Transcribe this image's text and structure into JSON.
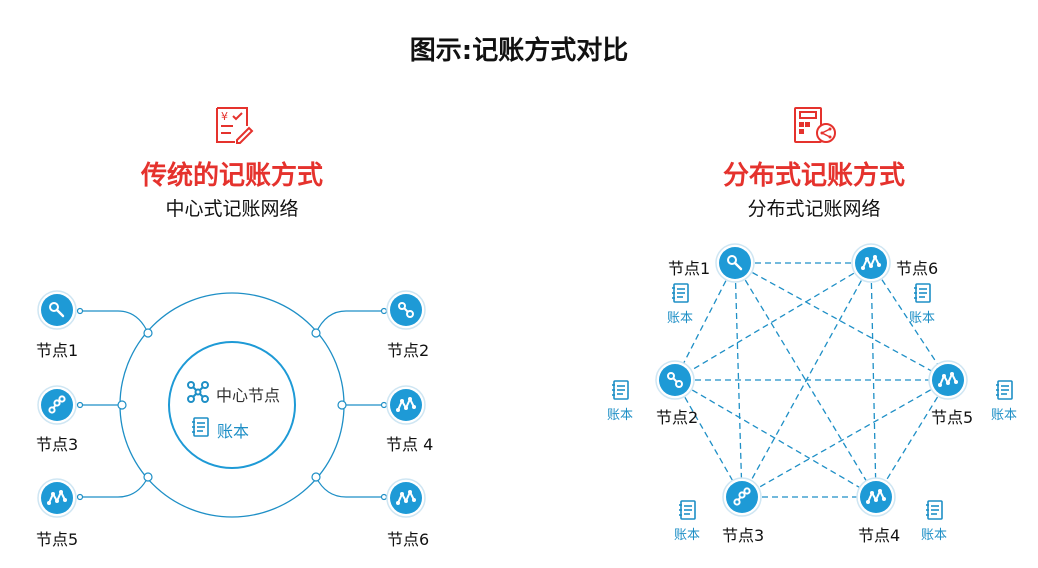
{
  "title": "图示:记账方式对比",
  "colors": {
    "accent": "#e5322d",
    "blue": "#1e9ad6",
    "line": "#1e8fc6"
  },
  "left": {
    "title": "传统的记账方式",
    "subtitle": "中心式记账网络",
    "icon": "invoice-pencil-icon",
    "center": {
      "node_label": "中心节点",
      "ledger_label": "账本"
    },
    "nodes": [
      {
        "label": "节点1",
        "icon": "key-icon"
      },
      {
        "label": "节点2",
        "icon": "link-icon"
      },
      {
        "label": "节点3",
        "icon": "share-icon"
      },
      {
        "label": "节点 4",
        "icon": "trend-icon"
      },
      {
        "label": "节点5",
        "icon": "trend-icon"
      },
      {
        "label": "节点6",
        "icon": "trend-icon"
      }
    ]
  },
  "right": {
    "title": "分布式记账方式",
    "subtitle": "分布式记账网络",
    "icon": "calculator-share-icon",
    "nodes": [
      {
        "label": "节点1",
        "icon": "key-icon",
        "ledger": "账本"
      },
      {
        "label": "节点6",
        "icon": "trend-icon",
        "ledger": "账本"
      },
      {
        "label": "节点2",
        "icon": "link-icon",
        "ledger": "账本"
      },
      {
        "label": "节点5",
        "icon": "trend-icon",
        "ledger": "账本"
      },
      {
        "label": "节点3",
        "icon": "share-icon",
        "ledger": "账本"
      },
      {
        "label": "节点4",
        "icon": "trend-icon",
        "ledger": "账本"
      }
    ]
  }
}
